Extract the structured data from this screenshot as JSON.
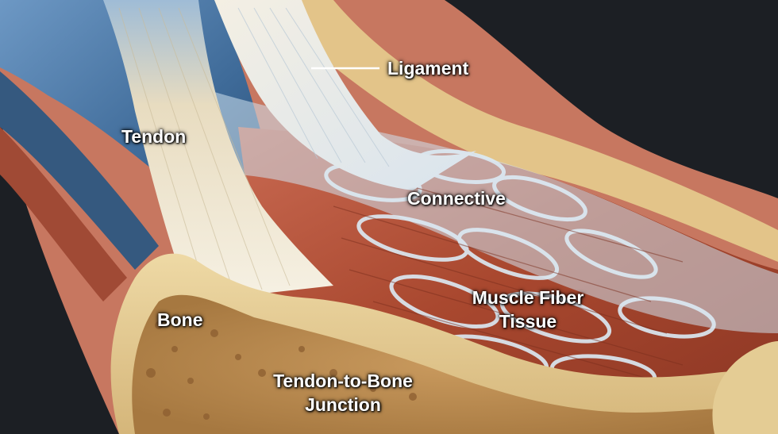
{
  "colors": {
    "background": "#1c1f24",
    "bone": "#e6cf98",
    "bone_marrow": "#b98a4f",
    "muscle": "#b85a45",
    "tendon": "#efe6d1",
    "fascia": "#cfe1ee",
    "blue_tissue": "#4d78a8",
    "label_text": "#ffffff"
  },
  "labels": {
    "ligament": "Ligament",
    "tendon": "Tendon",
    "connective": "Connective",
    "muscle_fiber_line1": "Muscle Fiber",
    "muscle_fiber_line2": "Tissue",
    "bone": "Bone",
    "junction_line1": "Tendon-to-Bone",
    "junction_line2": "Junction"
  }
}
